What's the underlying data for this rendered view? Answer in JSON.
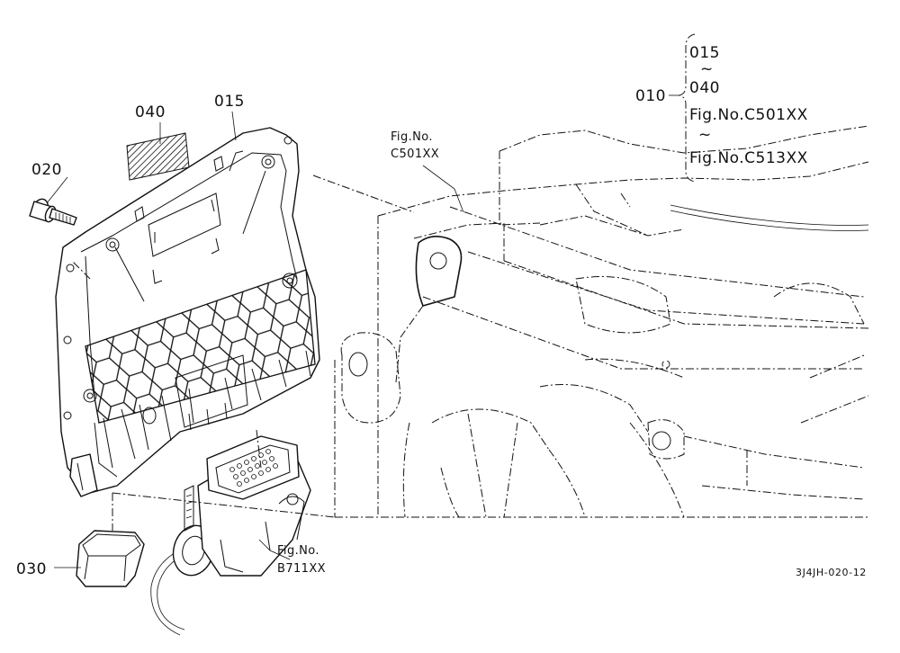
{
  "labels": {
    "p010": "010",
    "p015": "015",
    "p020": "020",
    "p030": "030",
    "p040": "040"
  },
  "bracket": {
    "line1": "015",
    "tilde1": "~",
    "line2": "040",
    "line3": "Fig.No.C501XX",
    "tilde2": "~",
    "line4": "Fig.No.C513XX"
  },
  "refs": {
    "c501_caption": "Fig.No.",
    "c501_number": "C501XX",
    "b711_caption": "Fig.No.",
    "b711_number": "B711XX"
  },
  "drawing_code": "3J4JH-020-12"
}
